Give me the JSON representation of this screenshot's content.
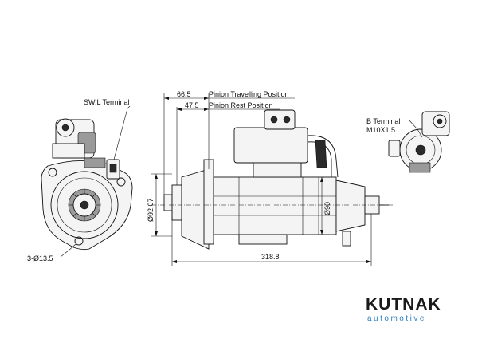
{
  "labels": {
    "sw_terminal": "SW,L Terminal",
    "b_terminal_line1": "B Terminal",
    "b_terminal_line2": "M10X1.5",
    "pinion_travel": "Pinion Travelling Position",
    "pinion_rest": "Pinion Rest Position",
    "holes": "3-Ø13.5"
  },
  "dimensions": {
    "travel": "66.5",
    "rest": "47.5",
    "length": "318.8",
    "flange_dia": "Ø92.07",
    "body_dia": "Ø90"
  },
  "brand": {
    "name": "KUTNAK",
    "tagline": "automotive",
    "text_color": "#1a1a1a",
    "accent_color": "#2f7fc1"
  }
}
